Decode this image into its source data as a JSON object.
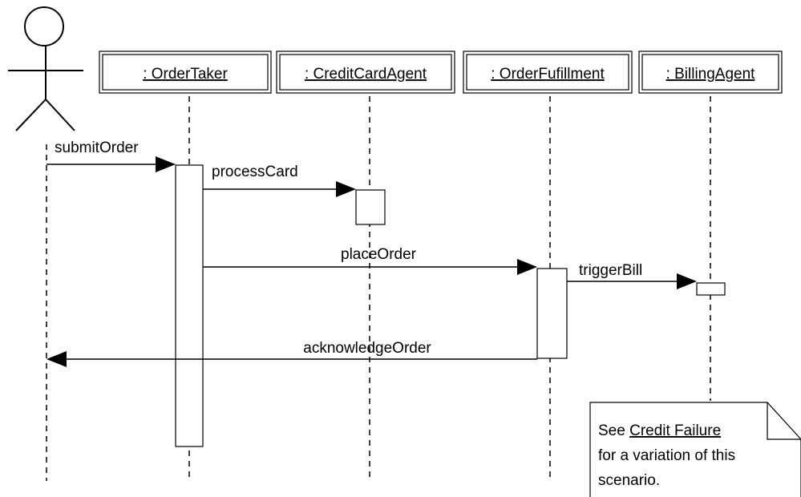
{
  "participants": {
    "order_taker": ": OrderTaker",
    "credit_card_agent": ": CreditCardAgent",
    "order_fulfillment": ": OrderFufillment",
    "billing_agent": ": BillingAgent"
  },
  "messages": {
    "submit_order": "submitOrder",
    "process_card": "processCard",
    "place_order": "placeOrder",
    "trigger_bill": "triggerBill",
    "acknowledge_order": "acknowledgeOrder"
  },
  "note": {
    "line1_prefix": "See ",
    "line1_link": "Credit Failure",
    "line2": "for a variation of this",
    "line3": "scenario."
  }
}
